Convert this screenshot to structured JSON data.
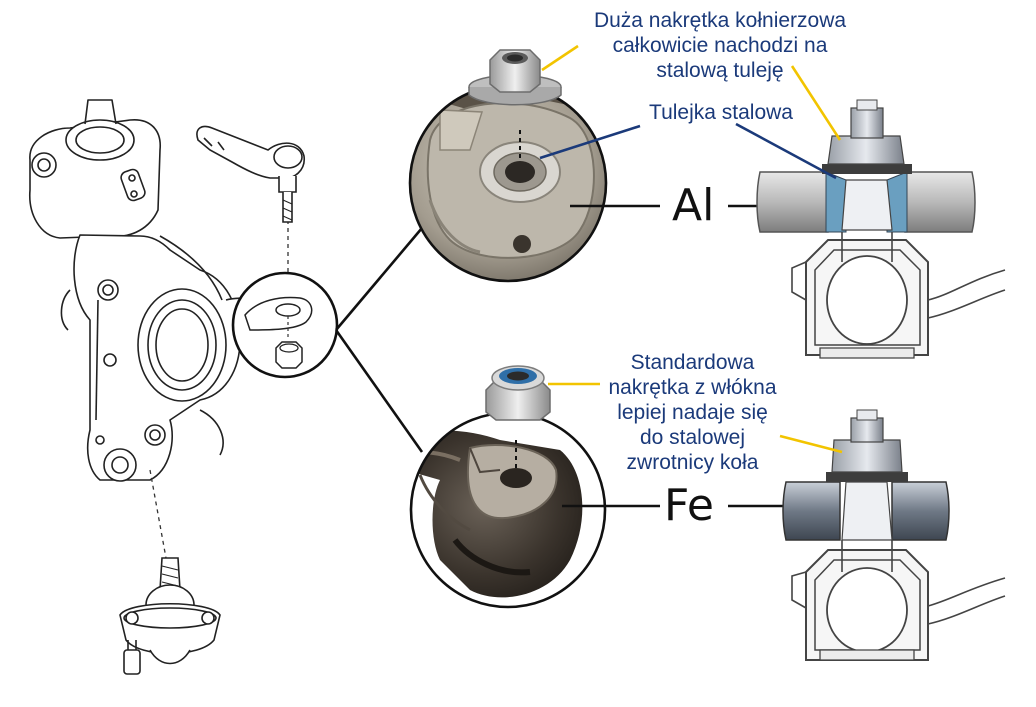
{
  "labels": {
    "al": "Al",
    "fe": "Fe",
    "flange_nut_note": [
      "Duża nakrętka kołnierzowa",
      "całkowicie nachodzi na",
      "stalową tuleję"
    ],
    "steel_sleeve_note": "Tulejka stalowa",
    "standard_nut_note": [
      "Standardowa",
      "nakrętka z włókna",
      "lepiej nadaje się",
      "do stalowej",
      "zwrotnicy koła"
    ]
  },
  "colors": {
    "annotation_text": "#1b3a7a",
    "yellow_leader": "#f2c400",
    "navy_leader": "#1b3a7a",
    "sleeve_blue": "#6a9fc0",
    "nylon_ring": "#2f6fa8"
  },
  "icons": {
    "knuckle": "steering-knuckle-icon",
    "tie_rod": "tie-rod-end-icon",
    "ball_joint": "ball-joint-icon"
  }
}
